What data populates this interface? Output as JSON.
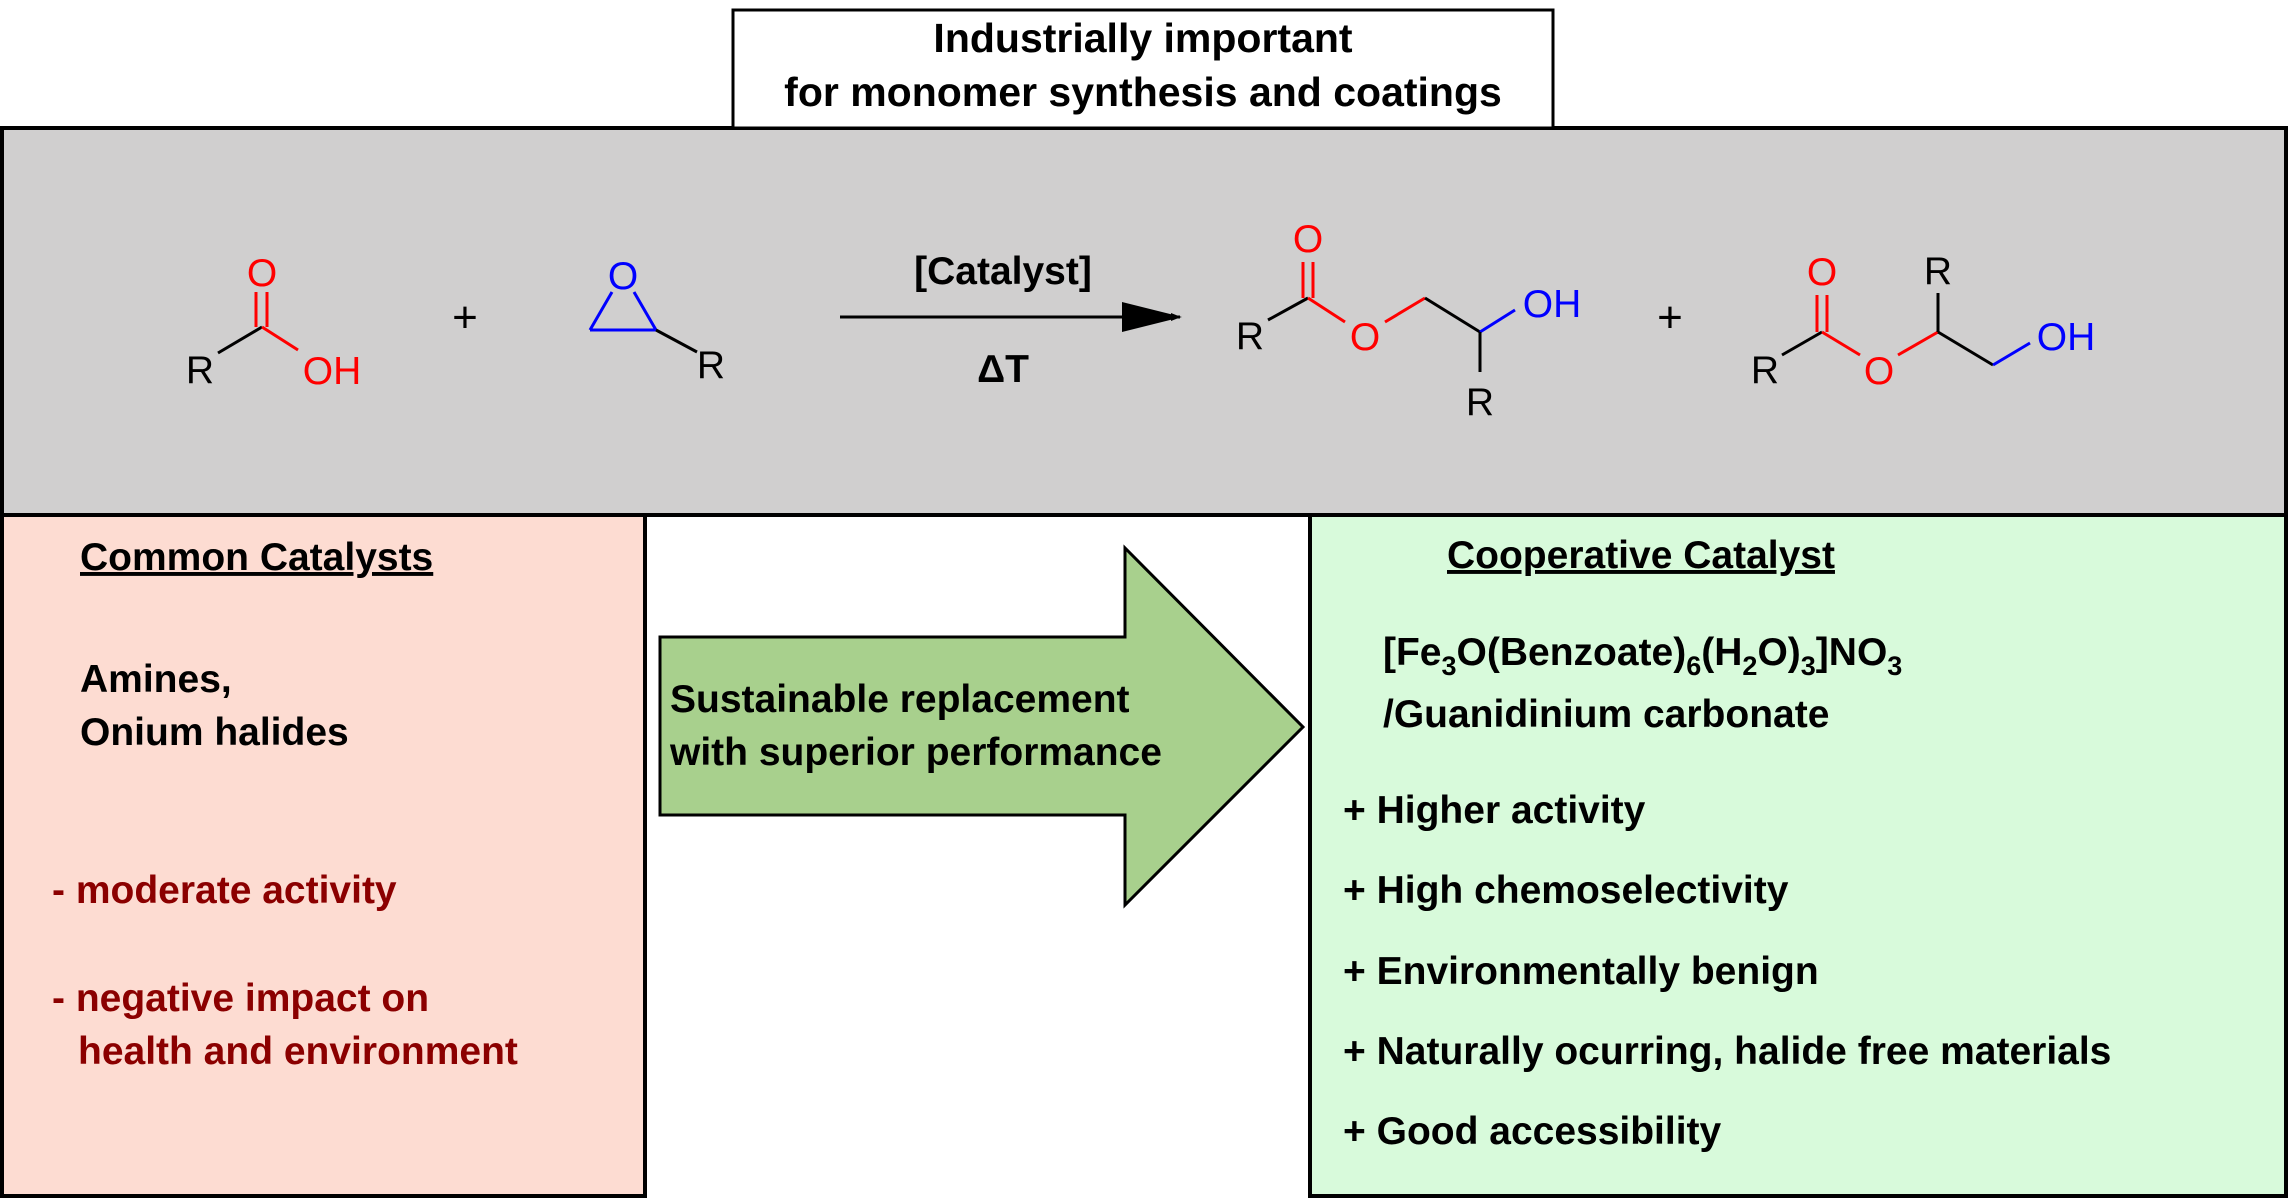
{
  "header": {
    "line1": "Industrially important",
    "line2": "for monomer synthesis and coatings"
  },
  "reaction": {
    "plus_1": "+",
    "plus_2": "+",
    "arrow_above": "[Catalyst]",
    "arrow_below": "ΔT",
    "atoms": {
      "R": "R",
      "O": "O",
      "OH": "OH"
    }
  },
  "colors": {
    "reaction_band": "#d0cfcf",
    "left_panel": "#fddcd2",
    "right_panel": "#d8fadb",
    "arrow_fill": "#a8d08d",
    "oxygen": "#ff0000",
    "epoxide": "#0000ff",
    "drawback_text": "#8b0000"
  },
  "left_panel": {
    "title": "Common Catalysts",
    "catalysts": [
      "Amines,",
      "Onium halides"
    ],
    "drawbacks": [
      "- moderate activity",
      "- negative impact on",
      "health and environment"
    ]
  },
  "arrow": {
    "line1": "Sustainable replacement",
    "line2": "with superior performance"
  },
  "right_panel": {
    "title": "Cooperative Catalyst",
    "formula": {
      "p1": "[Fe",
      "s1": "3",
      "p2": "O(Benzoate)",
      "s2": "6",
      "p3": "(H",
      "s3": "2",
      "p4": "O)",
      "s4": "3",
      "p5": "]NO",
      "s5": "3"
    },
    "formula_line2": "/Guanidinium carbonate",
    "advantages": [
      "+ Higher activity",
      "+ High chemoselectivity",
      "+ Environmentally benign",
      "+ Naturally ocurring, halide free materials",
      "+ Good accessibility"
    ]
  }
}
